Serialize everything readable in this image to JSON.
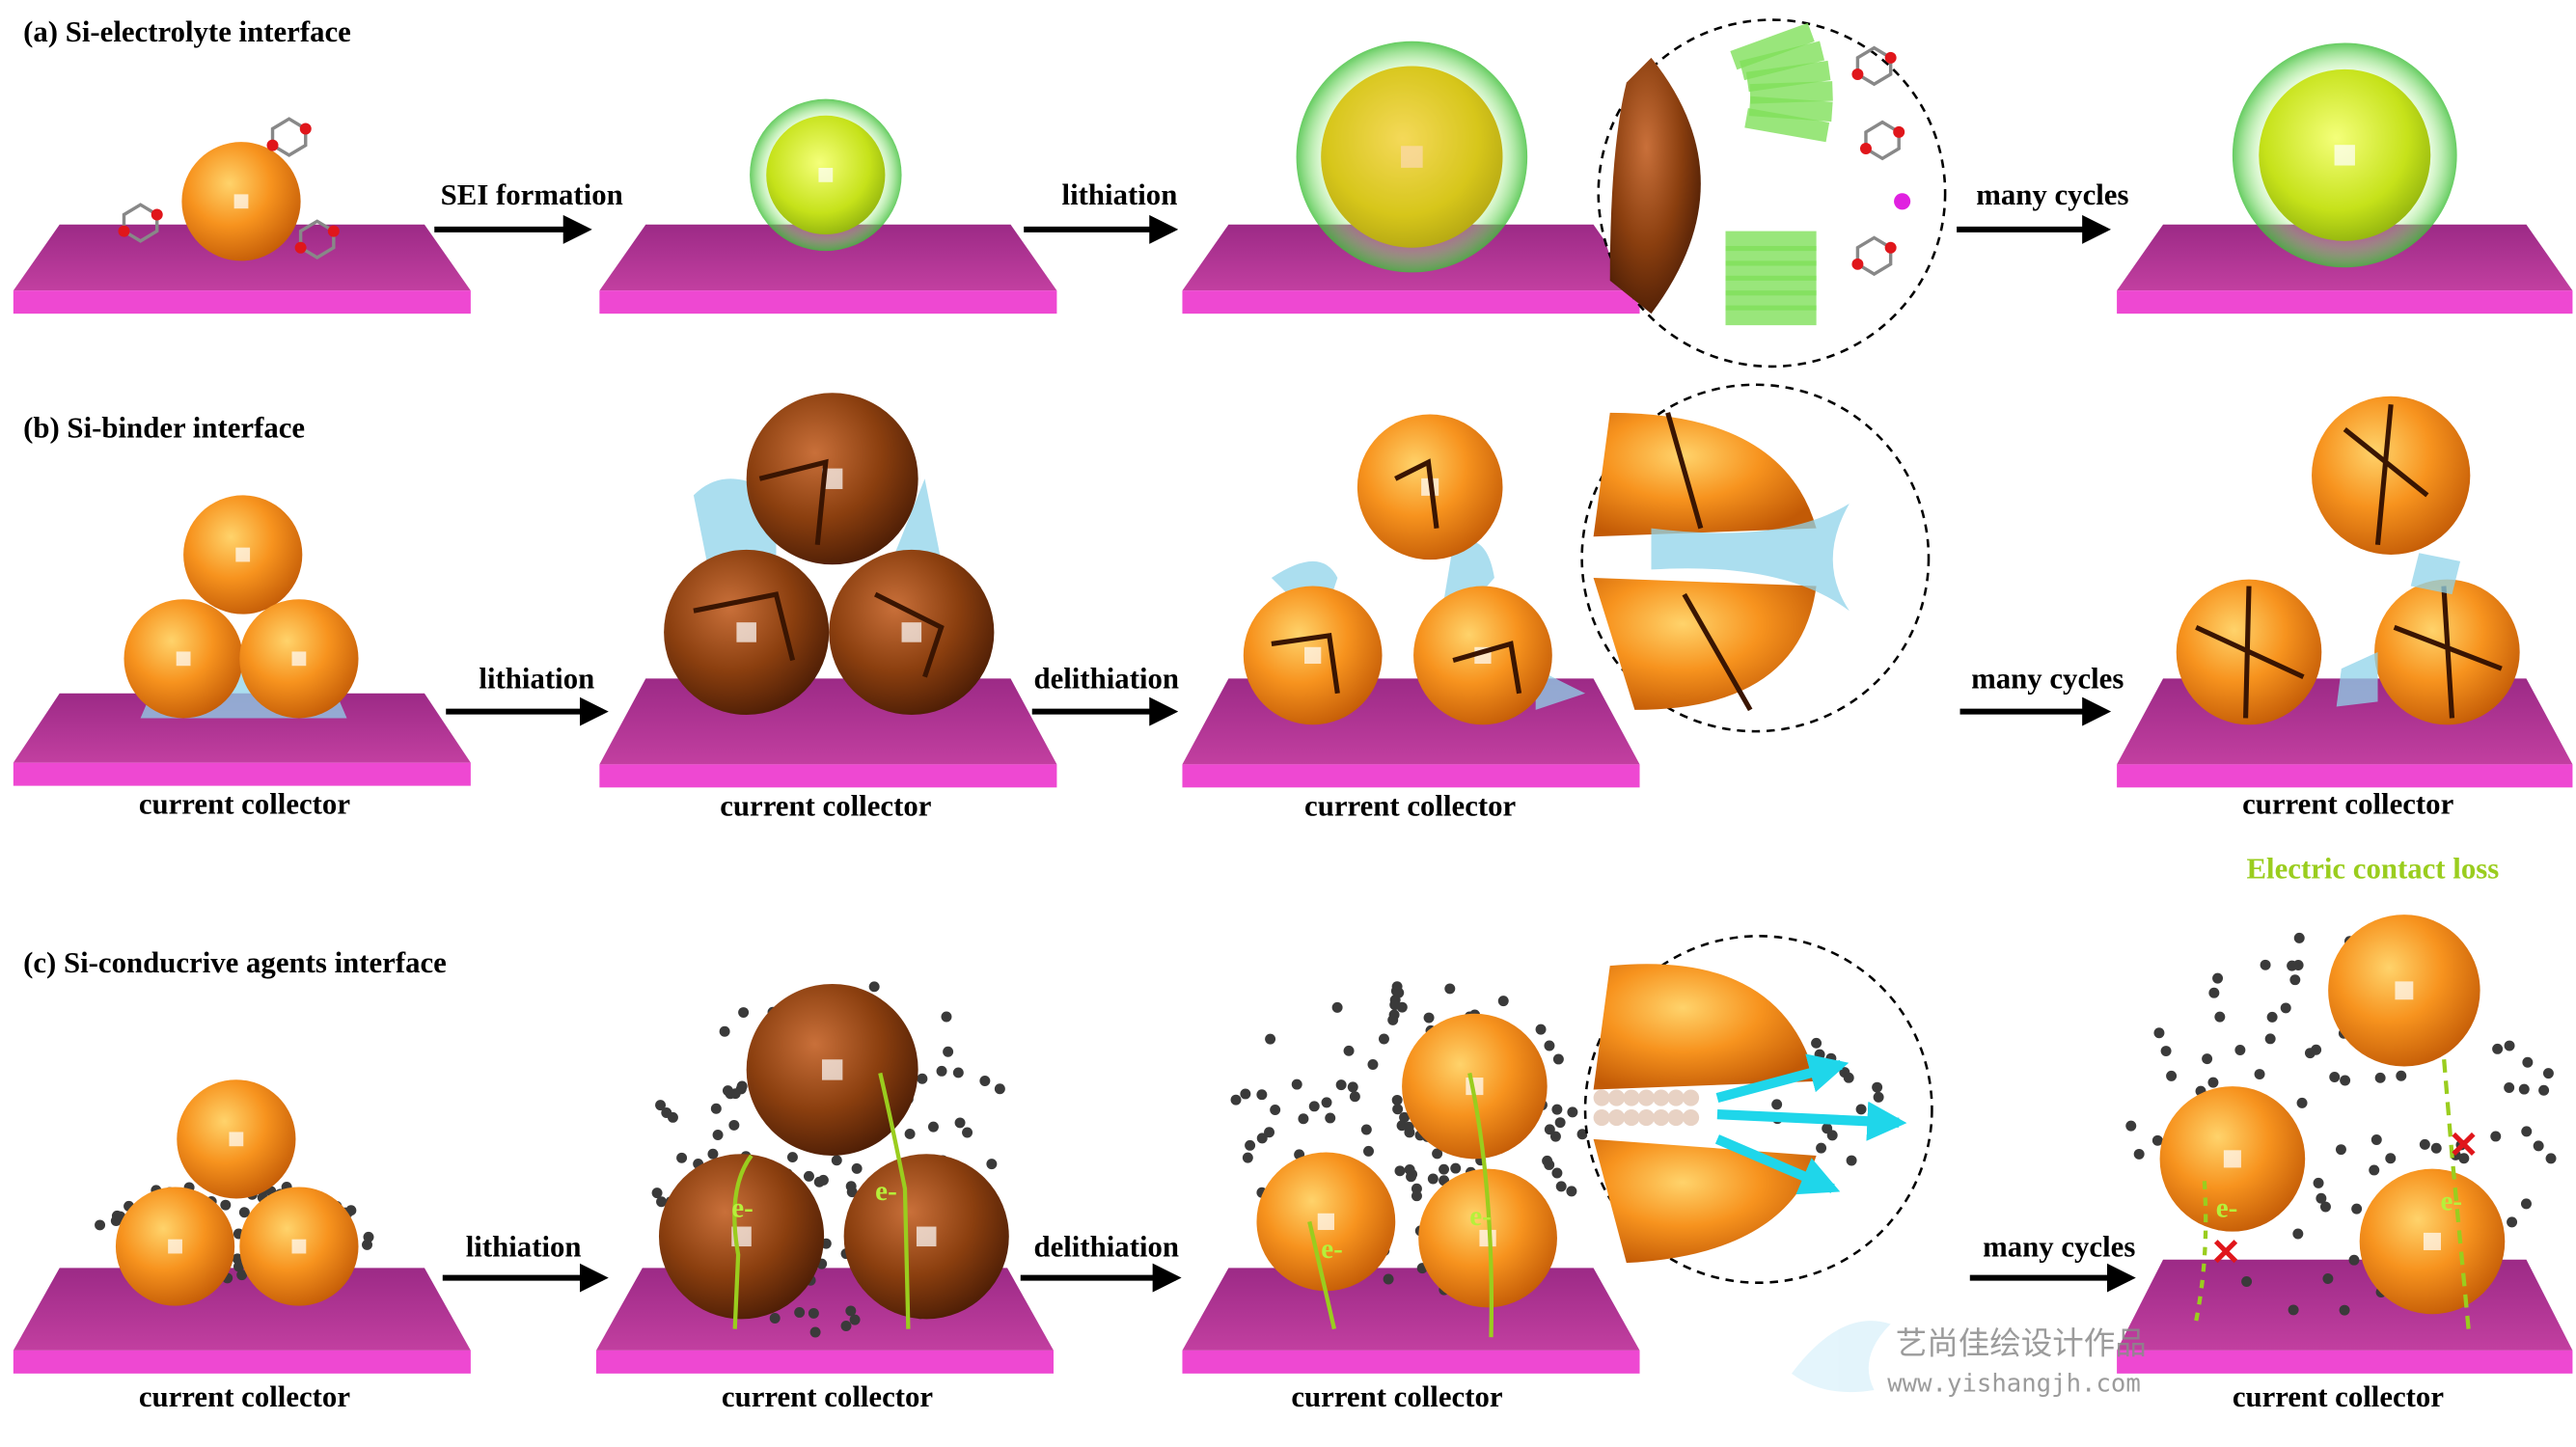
{
  "panels": {
    "a": {
      "title": "(a) Si-electrolyte interface",
      "steps": [
        "SEI formation",
        "lithiation",
        "many cycles"
      ]
    },
    "b": {
      "title": "(b) Si-binder interface",
      "steps": [
        "lithiation",
        "delithiation",
        "many cycles"
      ],
      "collector": "current collector"
    },
    "c": {
      "title": "(c) Si-conducrive agents interface",
      "steps": [
        "lithiation",
        "delithiation",
        "many cycles"
      ],
      "collector": "current collector",
      "loss_label": "Electric contact loss",
      "electron": "e-"
    }
  },
  "watermark": {
    "cn": "艺尚佳绘设计作品",
    "url": "www.yishangjh.com"
  },
  "colors": {
    "silicon": "#f7931e",
    "lithiated": "#8b3f0f",
    "collector": "#c23fa0",
    "sei": "#7fe05a",
    "binder": "#8fd3ea",
    "electron_path": "#9acd1e"
  }
}
